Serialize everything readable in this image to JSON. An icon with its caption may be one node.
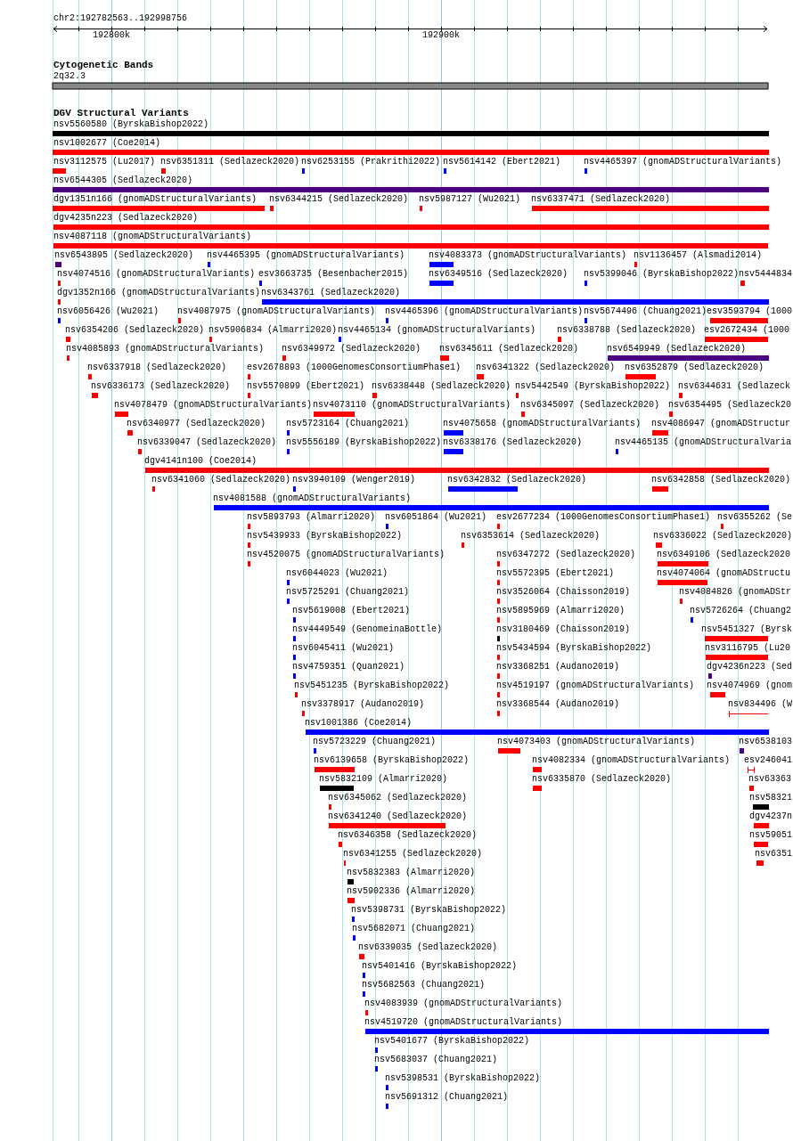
{
  "diagram": {
    "labels": [
      "chr2:192782563..192998756",
      "192800k",
      "192900k",
      "Cytogenetic Bands",
      "2q32.3",
      "DGV Structural Variants",
      "nsv5560580 (ByrskaBishop2022)",
      "nsv1002677 (Coe2014)",
      "nsv3112575 (Lu2017)",
      "nsv6351311 (Sedlazeck2020)",
      "nsv6253155 (Prakrithi2022)",
      "nsv5614142 (Ebert2021)",
      "nsv4465397 (gnomADStructuralVariants)",
      "nsv6544305 (Sedlazeck2020)",
      "dgv1351n166 (gnomADStructuralVariants)",
      "nsv6344215 (Sedlazeck2020)",
      "nsv5987127 (Wu2021)",
      "nsv6337471 (Sedlazeck2020)",
      "dgv4235n223 (Sedlazeck2020)",
      "nsv4087118 (gnomADStructuralVariants)",
      "nsv6543895 (Sedlazeck2020)",
      "nsv4465395 (gnomADStructuralVariants)",
      "nsv4083373 (gnomADStructuralVariants)",
      "nsv1136457 (Alsmadi2014)",
      "nsv4074516 (gnomADStructuralVariants)",
      "esv3663735 (Besenbacher2015)",
      "nsv6349516 (Sedlazeck2020)",
      "nsv5399046 (ByrskaBishop2022)",
      "nsv5444834",
      "dgv1352n166 (gnomADStructuralVariants)",
      "nsv6343761 (Sedlazeck2020)",
      "nsv6056426 (Wu2021)",
      "nsv4087975 (gnomADStructuralVariants)",
      "nsv4465396 (gnomADStructuralVariants)",
      "nsv5674496 (Chuang2021)",
      "esv3593794 (1000",
      "nsv6354206 (Sedlazeck2020)",
      "nsv5906834 (Almarri2020)",
      "nsv4465134 (gnomADStructuralVariants)",
      "nsv6338788 (Sedlazeck2020)",
      "esv2672434 (1000",
      "nsv4085893 (gnomADStructuralVariants)",
      "nsv6349972 (Sedlazeck2020)",
      "nsv6345611 (Sedlazeck2020)",
      "nsv6549949 (Sedlazeck2020)",
      "nsv6337918 (Sedlazeck2020)",
      "esv2678893 (1000GenomesConsortiumPhase1)",
      "nsv6341322 (Sedlazeck2020)",
      "nsv6352879 (Sedlazeck2020)",
      "nsv6336173 (Sedlazeck2020)",
      "nsv5570899 (Ebert2021)",
      "nsv6338448 (Sedlazeck2020)",
      "nsv5442549 (ByrskaBishop2022)",
      "nsv6344631 (Sedlazeck",
      "nsv4078479 (gnomADStructuralVariants)",
      "nsv4073110 (gnomADStructuralVariants)",
      "nsv6345097 (Sedlazeck2020)",
      "nsv6354495 (Sedlazeck20",
      "nsv6340977 (Sedlazeck2020)",
      "nsv5723164 (Chuang2021)",
      "nsv4075658 (gnomADStructuralVariants)",
      "nsv4086947 (gnomADStructur",
      "nsv6339047 (Sedlazeck2020)",
      "nsv5556189 (ByrskaBishop2022)",
      "nsv6338176 (Sedlazeck2020)",
      "nsv4465135 (gnomADStructuralVaria",
      "dgv4141n100 (Coe2014)",
      "nsv6341060 (Sedlazeck2020)",
      "nsv3940109 (Wenger2019)",
      "nsv6342832 (Sedlazeck2020)",
      "nsv6342858 (Sedlazeck2020)",
      "nsv4081588 (gnomADStructuralVariants)",
      "nsv5893793 (Almarri2020)",
      "nsv6051864 (Wu2021)",
      "esv2677234 (1000GenomesConsortiumPhase1)",
      "nsv6355262 (Se",
      "nsv5439933 (ByrskaBishop2022)",
      "nsv6353614 (Sedlazeck2020)",
      "nsv6336022 (Sedlazeck2020)",
      "nsv4520075 (gnomADStructuralVariants)",
      "nsv6347272 (Sedlazeck2020)",
      "nsv6349106 (Sedlazeck2020",
      "nsv6044023 (Wu2021)",
      "nsv5572395 (Ebert2021)",
      "nsv4074064 (gnomADStructu",
      "nsv5725291 (Chuang2021)",
      "nsv3526064 (Chaisson2019)",
      "nsv4084826 (gnomADStr",
      "nsv5619008 (Ebert2021)",
      "nsv5895969 (Almarri2020)",
      "nsv5726264 (Chuang2",
      "nsv4449549 (GenomeinaBottle)",
      "nsv3180469 (Chaisson2019)",
      "nsv5451327 (Byrsk",
      "nsv6045411 (Wu2021)",
      "nsv5434594 (ByrskaBishop2022)",
      "nsv3116795 (Lu20",
      "nsv4759351 (Quan2021)",
      "nsv3368251 (Audano2019)",
      "dgv4236n223 (Sed",
      "nsv5451235 (ByrskaBishop2022)",
      "nsv4519197 (gnomADStructuralVariants)",
      "nsv4074969 (gnom",
      "nsv3378917 (Audano2019)",
      "nsv3368544 (Audano2019)",
      "nsv834496 (W",
      "nsv1001386 (Coe2014)",
      "nsv5723229 (Chuang2021)",
      "nsv4073403 (gnomADStructuralVariants)",
      "nsv6538103",
      "nsv6139658 (ByrskaBishop2022)",
      "nsv4082334 (gnomADStructuralVariants)",
      "esv246041",
      "nsv5832109 (Almarri2020)",
      "nsv6335870 (Sedlazeck2020)",
      "nsv63363",
      "nsv6345062 (Sedlazeck2020)",
      "nsv58321",
      "nsv6341240 (Sedlazeck2020)",
      "dgv4237n",
      "nsv6346358 (Sedlazeck2020)",
      "nsv59051",
      "nsv6341255 (Sedlazeck2020)",
      "nsv6351",
      "nsv5832383 (Almarri2020)",
      "nsv5902336 (Almarri2020)",
      "nsv5398731 (ByrskaBishop2022)",
      "nsv5682071 (Chuang2021)",
      "nsv6339035 (Sedlazeck2020)",
      "nsv5401416 (ByrskaBishop2022)",
      "nsv5682563 (Chuang2021)",
      "nsv4083939 (gnomADStructuralVariants)",
      "nsv4519720 (gnomADStructuralVariants)",
      "nsv5401677 (ByrskaBishop2022)",
      "nsv5683037 (Chuang2021)",
      "nsv5398531 (ByrskaBishop2022)",
      "nsv5691312 (Chuang2021)"
    ]
  }
}
